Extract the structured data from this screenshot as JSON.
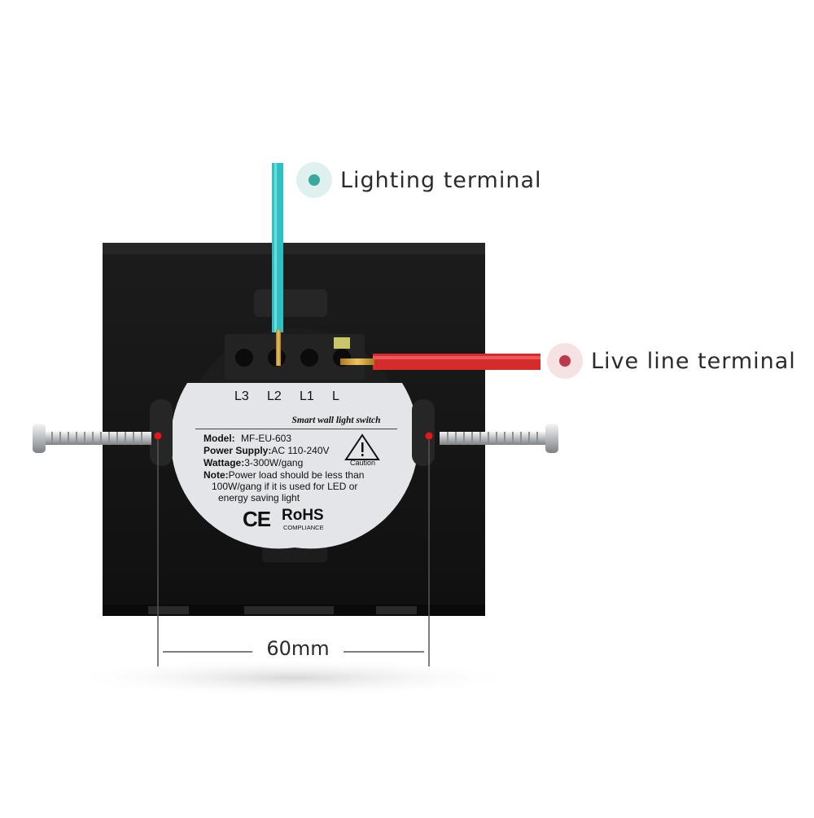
{
  "callouts": {
    "lighting_terminal": {
      "label": "Lighting terminal",
      "color": "#3aa89e",
      "ring": "#dff1ef"
    },
    "live_line_terminal": {
      "label": "Live line terminal",
      "color": "#c0394a",
      "ring": "#f6e1e3"
    }
  },
  "terminals": [
    "L3",
    "L2",
    "L1",
    "L"
  ],
  "sticker": {
    "title": "Smart wall light switch",
    "model_label": "Model:",
    "model_value": "MF-EU-603",
    "power_label": "Power Supply:",
    "power_value": "AC 110-240V",
    "wattage_label": "Wattage:",
    "wattage_value": "3-300W/gang",
    "note_label": "Note:",
    "note_line1": "Power load should be less than",
    "note_line2": "100W/gang if it is used for LED or",
    "note_line3": "energy saving light",
    "caution": "Caution",
    "ce": "CE",
    "rohs": "RoHS",
    "rohs_sub": "COMPLIANCE"
  },
  "dimension": {
    "label": "60mm"
  },
  "colors": {
    "wire_lighting": "#2fc0c3",
    "wire_live": "#d62b2b",
    "panel": "#141414",
    "sticker": "#e3e5e8",
    "screw_marker": "#e31818"
  }
}
